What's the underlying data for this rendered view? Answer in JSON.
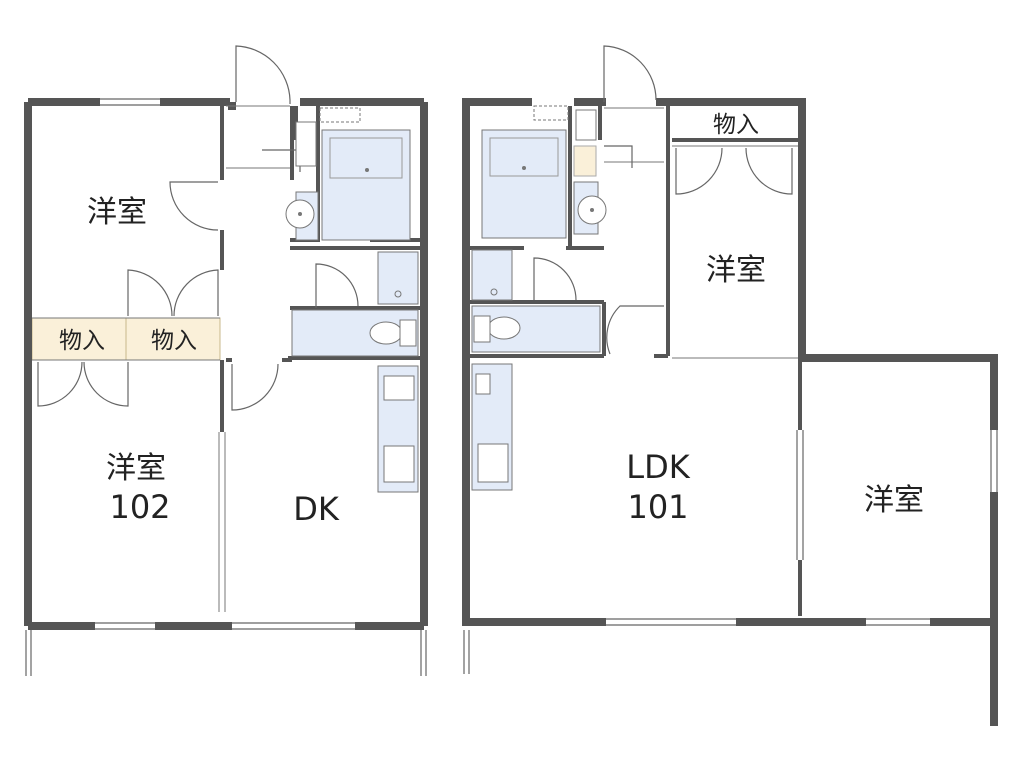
{
  "unit_102": {
    "room_top": "洋室",
    "closet_left": "物入",
    "closet_right": "物入",
    "room_bottom": "洋室",
    "unit_number": "102",
    "dk": "DK"
  },
  "unit_101": {
    "closet": "物入",
    "room_upper_right": "洋室",
    "ldk": "LDK",
    "unit_number": "101",
    "room_right": "洋室"
  },
  "colors": {
    "wall": "#555555",
    "fixture": "#e3ebf8",
    "closet_fill": "#faf0d9",
    "line": "#666666"
  }
}
